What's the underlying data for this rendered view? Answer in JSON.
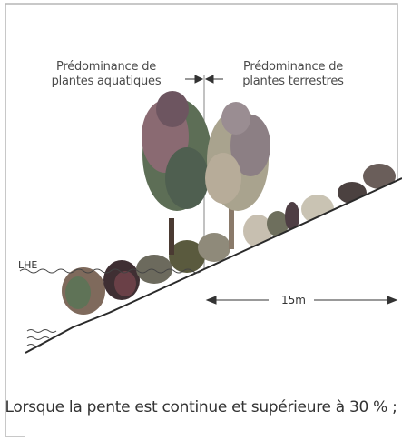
{
  "labels": {
    "left_zone": "Prédominance de plantes aquatiques",
    "right_zone": "Prédominance de plantes terrestres",
    "water_level": "LHE",
    "distance": "15m"
  },
  "caption": "Lorsque la pente est continue et supérieure à 30 % ;",
  "colors": {
    "border": "#b5b5b5",
    "ground": "#2a2a2a",
    "divider": "#9a9a9a",
    "text": "#333333"
  }
}
